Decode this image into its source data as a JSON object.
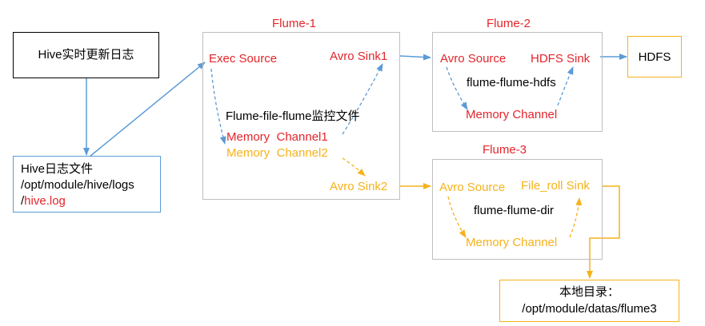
{
  "colors": {
    "blue": "#5b9bd5",
    "orange": "#f6b21b",
    "red": "#e3252b",
    "gray_border": "#bfbfbf"
  },
  "hive_update_box": {
    "label": "Hive实时更新日志"
  },
  "hive_log_file": {
    "line1": "Hive日志文件",
    "line2": "/opt/module/hive/logs",
    "line3_prefix": "/",
    "line3_highlight": "hive.log"
  },
  "flume1": {
    "title": "Flume-1",
    "exec_source": "Exec Source",
    "avro_sink1": "Avro Sink1",
    "caption": "Flume-file-flume监控文件",
    "memory_channel1": "Memory  Channel1",
    "memory_channel2": "Memory  Channel2",
    "avro_sink2": "Avro Sink2"
  },
  "flume2": {
    "title": "Flume-2",
    "avro_source": "Avro Source",
    "hdfs_sink": "HDFS Sink",
    "caption": "flume-flume-hdfs",
    "memory_channel": "Memory Channel"
  },
  "hdfs_box": {
    "label": "HDFS"
  },
  "flume3": {
    "title": "Flume-3",
    "avro_source": "Avro Source",
    "file_roll_sink": "File_roll Sink",
    "caption": "flume-flume-dir",
    "memory_channel": "Memory Channel"
  },
  "local_dir_box": {
    "line1": "本地目录：",
    "line2": "/opt/module/datas/flume3"
  }
}
